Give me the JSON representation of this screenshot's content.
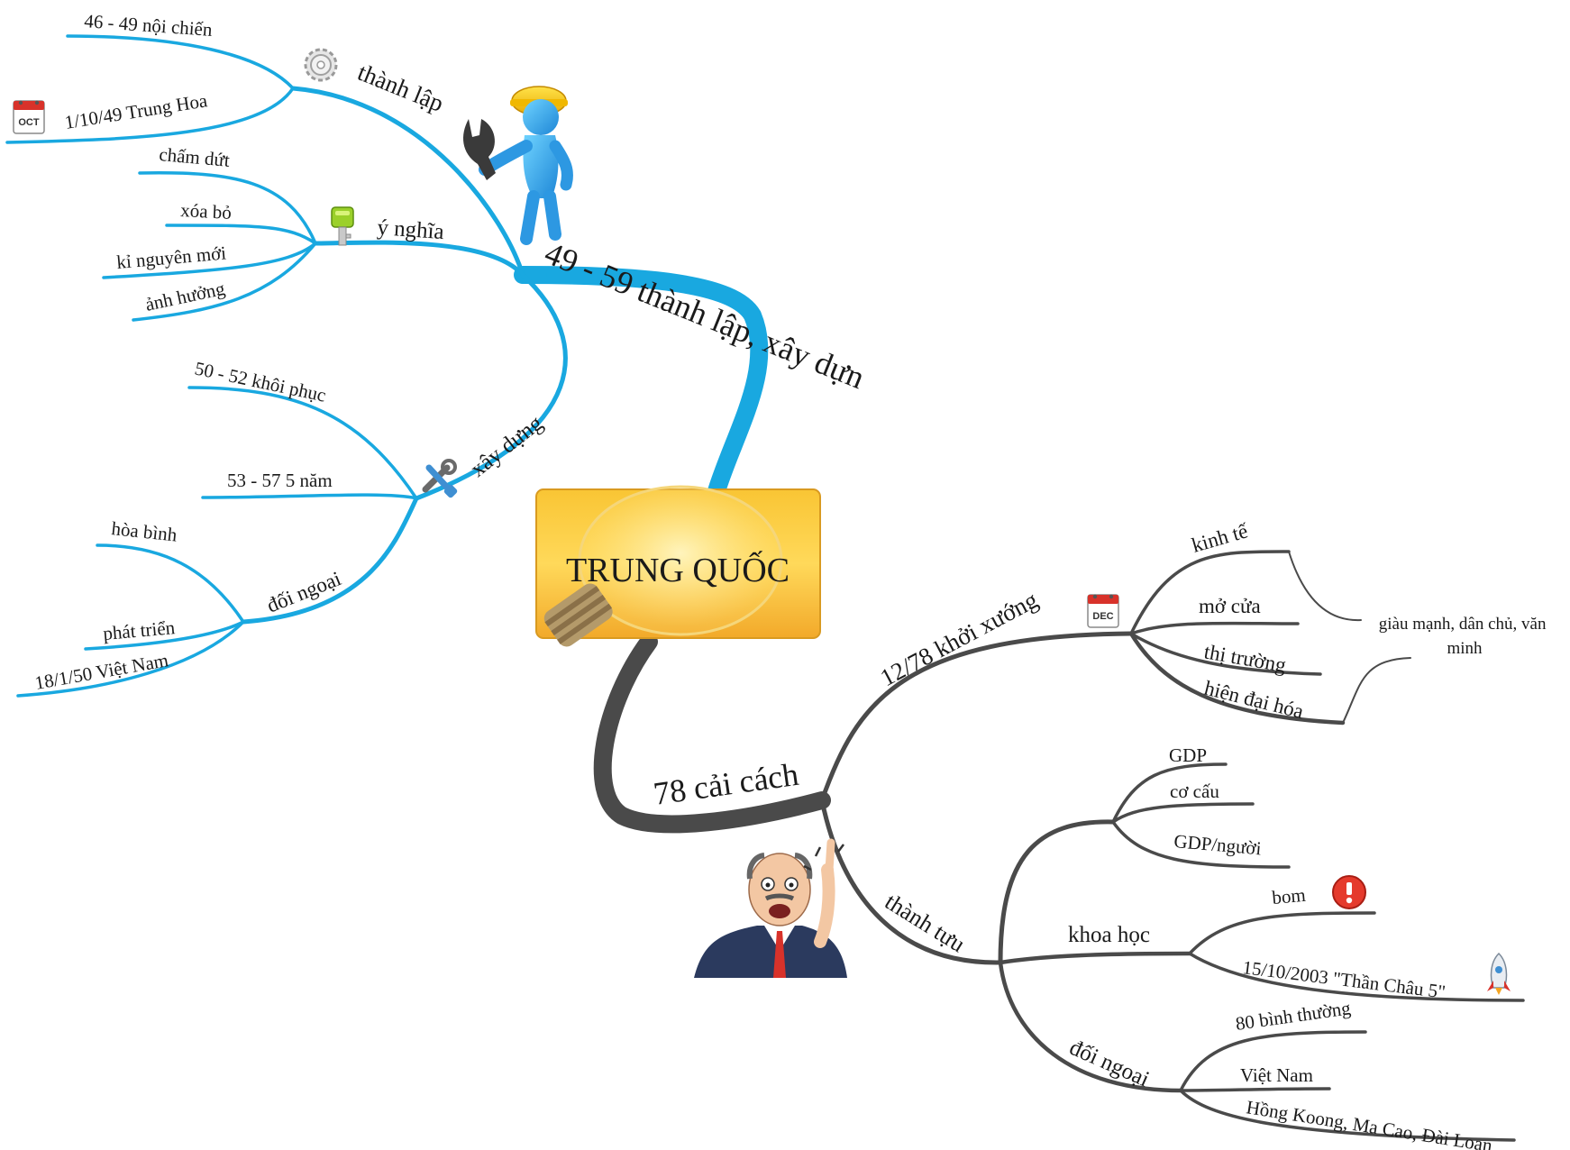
{
  "central": {
    "label": "TRUNG QUỐC"
  },
  "branch_a": {
    "label": "49 - 59 thành lập, xây dựn",
    "color": "#19a8e0",
    "thanh_lap": {
      "label": "thành lập",
      "icon": "gear-icon",
      "items": [
        "46 - 49 nội chiến",
        "1/10/49 Trung Hoa"
      ],
      "item_icon_2": "calendar-oct-icon",
      "calendar_text": "OCT"
    },
    "y_nghia": {
      "label": "ý nghĩa",
      "icon": "key-icon",
      "items": [
        "chấm dứt",
        "xóa bỏ",
        "kỉ nguyên mới",
        "ảnh hưởng"
      ]
    },
    "xay_dung": {
      "label": "xây dựng",
      "icon": "tools-icon",
      "items": [
        "50 - 52 khôi phục",
        "53 - 57 5 năm"
      ]
    },
    "doi_ngoai": {
      "label": "đối ngoại",
      "items": [
        "hòa bình",
        "phát triển",
        "18/1/50 Việt Nam"
      ]
    }
  },
  "branch_b": {
    "label": "78 cải cách",
    "color": "#4a4a4a",
    "khoi_xuong": {
      "label": "12/78 khởi xướng",
      "icon": "calendar-dec-icon",
      "calendar_text": "DEC",
      "items": [
        "kinh tế",
        "mở cửa",
        "thị trường",
        "hiện đại hóa"
      ],
      "note": "giàu mạnh, dân chủ, văn minh"
    },
    "thanh_tuu": {
      "label": "thành tựu",
      "group_1": {
        "items": [
          "GDP",
          "cơ cấu",
          "GDP/người"
        ]
      },
      "khoa_hoc": {
        "label": "khoa học",
        "items": [
          "bom",
          "15/10/2003 \"Thần Châu 5\""
        ],
        "icons": [
          "alert-icon",
          "rocket-icon"
        ]
      },
      "doi_ngoai": {
        "label": "đối ngoại",
        "items": [
          "80 bình thường",
          "Việt Nam",
          "Hồng Koong, Ma Cao, Đài Loan"
        ]
      }
    }
  }
}
